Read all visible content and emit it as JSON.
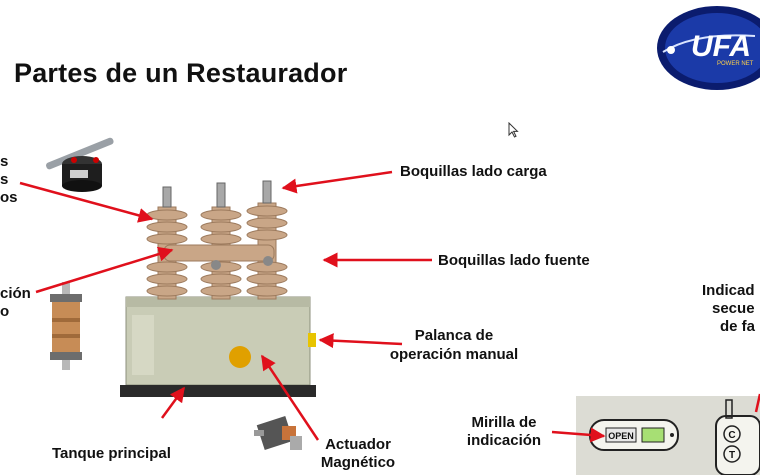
{
  "slide": {
    "title": "Partes de un Restaurador",
    "logo_text": "UFA",
    "logo_tagline": "POWER NET",
    "labels": {
      "left_top_1": "s",
      "left_top_2": "s",
      "left_top_3": "os",
      "left_mid_1": "ción",
      "left_mid_2": "o",
      "boquillas_carga": "Boquillas lado carga",
      "boquillas_fuente": "Boquillas lado fuente",
      "palanca_1": "Palanca de",
      "palanca_2": "operación manual",
      "tanque": "Tanque principal",
      "actuador_1": "Actuador",
      "actuador_2": "Magnético",
      "mirilla_1": "Mirilla de",
      "mirilla_2": "indicación",
      "indicador_1": "Indicad",
      "indicador_2": "secue",
      "indicador_3": "de fa"
    },
    "panel": {
      "open_text": "OPEN",
      "c_text": "C",
      "t_text": "T"
    }
  },
  "colors": {
    "arrow": "#e0101c",
    "insulator": "#c9a687",
    "tank": "#c9ccb6",
    "text": "#111111"
  }
}
